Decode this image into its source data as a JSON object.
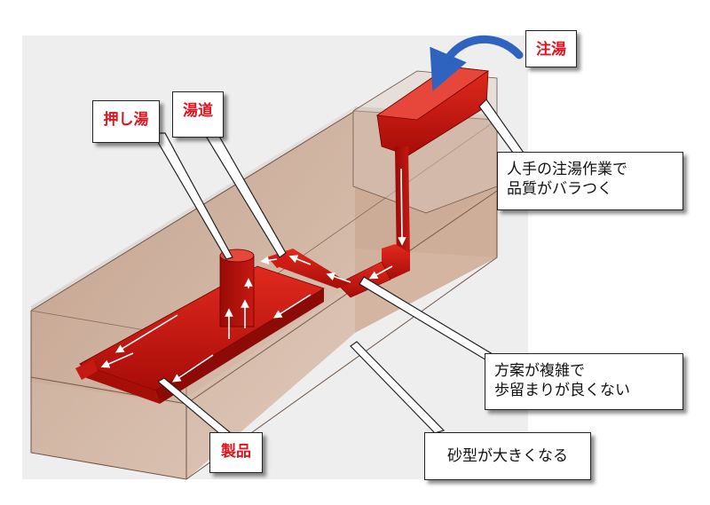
{
  "labels": {
    "pouring": "注湯",
    "riser": "押し湯",
    "runner": "湯道",
    "product": "製品"
  },
  "notes": {
    "manual_pouring": "人手の注湯作業で\n品質がバラつく",
    "complex_design": "方案が複雑で\n歩留まりが良くない",
    "large_mold": "砂型が大きくなる"
  },
  "colors": {
    "label_red": "#e0141e",
    "mold_sand": "#c9a48a",
    "metal_red": "#c8150f",
    "arrow_blue": "#2f63c0"
  }
}
